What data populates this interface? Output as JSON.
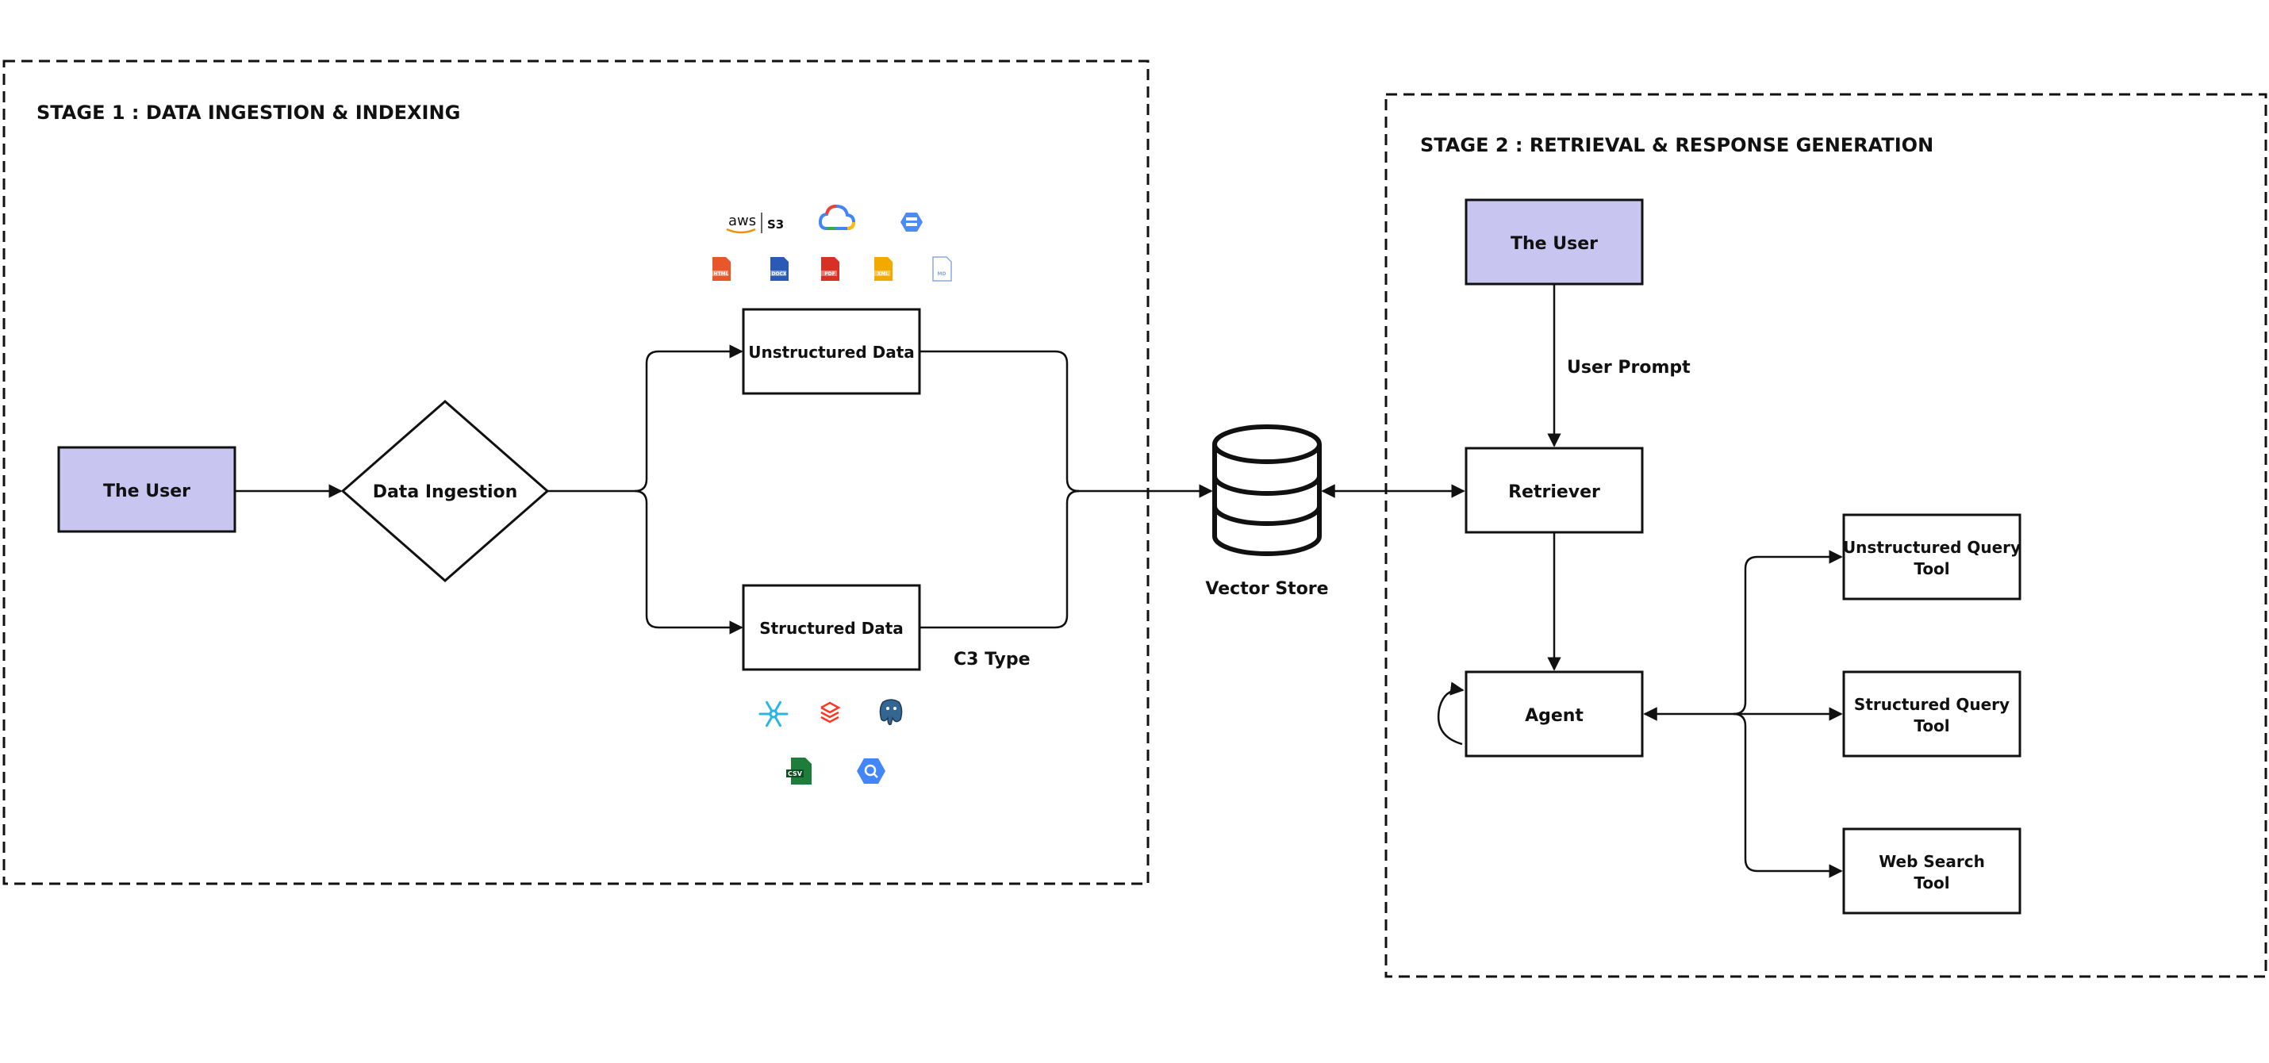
{
  "stage1": {
    "title": "STAGE 1 : DATA INGESTION & INDEXING",
    "user_label": "The User",
    "ingestion_label": "Data Ingestion",
    "unstructured_label": "Unstructured Data",
    "structured_label": "Structured Data",
    "c3_label": "C3 Type",
    "source_logos": {
      "aws_text": "aws",
      "s3_text": "S3",
      "gcs": "google-cloud-icon",
      "gcs_bucket": "storage-bucket-icon"
    },
    "file_icons": [
      {
        "name": "html-file-icon",
        "color": "#e8572a",
        "tag": "HTML"
      },
      {
        "name": "docx-file-icon",
        "color": "#2b5ab6",
        "tag": "DOCX"
      },
      {
        "name": "pdf-file-icon",
        "color": "#d93025",
        "tag": "PDF"
      },
      {
        "name": "xml-file-icon",
        "color": "#f2a900",
        "tag": "XML"
      },
      {
        "name": "md-file-icon",
        "color": "#8aa7e6",
        "tag": "MD"
      }
    ],
    "structured_sources": {
      "snowflake": "snowflake-icon",
      "databricks": "databricks-icon",
      "postgres": "postgresql-icon",
      "csv_tag": "CSV",
      "bigquery": "bigquery-icon"
    }
  },
  "vector_store": {
    "label": "Vector Store"
  },
  "stage2": {
    "title": "STAGE 2 : RETRIEVAL &  RESPONSE GENERATION",
    "user_label": "The User",
    "prompt_label": "User Prompt",
    "retriever_label": "Retriever",
    "agent_label": "Agent",
    "tools": [
      {
        "line1": "Unstructured Query",
        "line2": "Tool"
      },
      {
        "line1": "Structured Query",
        "line2": "Tool"
      },
      {
        "line1": "Web Search",
        "line2": "Tool"
      }
    ]
  },
  "colors": {
    "user_fill": "#c8c6f0",
    "stroke": "#111111"
  }
}
